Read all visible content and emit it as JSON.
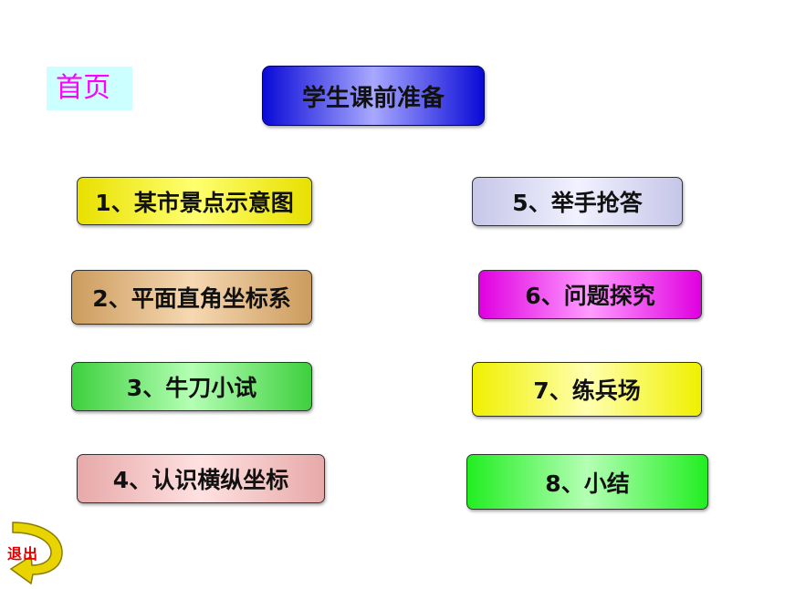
{
  "home_label": "首页",
  "title_button": "学生课前准备",
  "menu": [
    {
      "label": "1、某市景点示意图"
    },
    {
      "label": "2、平面直角坐标系"
    },
    {
      "label": "3、牛刀小试"
    },
    {
      "label": "4、认识横纵坐标"
    },
    {
      "label": "5、举手抢答"
    },
    {
      "label": "6、问题探究"
    },
    {
      "label": "7、练兵场"
    },
    {
      "label": "8、小结"
    }
  ],
  "exit_label": "退出",
  "icons": {
    "exit": "curved-return-arrow-icon"
  },
  "colors": {
    "home_text": "#ff00ff",
    "home_bg": "#ccffff",
    "title_bg": "#0a0ad8",
    "exit_arrow": "#e8d400",
    "exit_text": "#e00000"
  }
}
